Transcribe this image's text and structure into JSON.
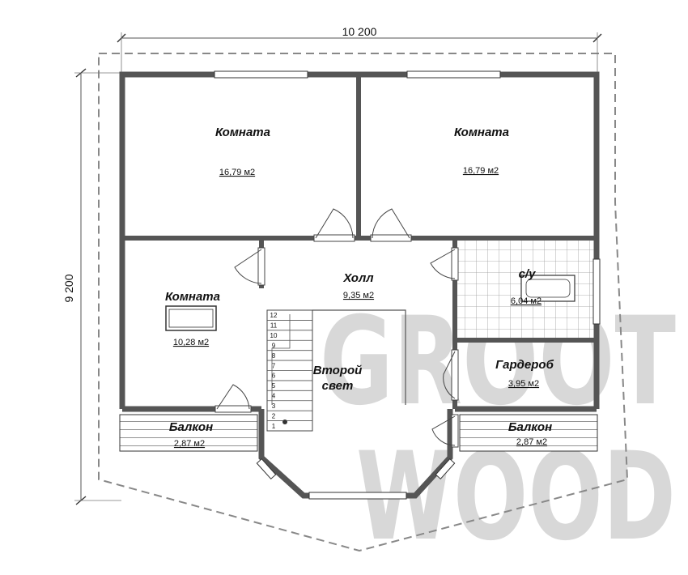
{
  "dimensions": {
    "width": "10 200",
    "height": "9 200"
  },
  "rooms": {
    "room_nw": {
      "name": "Комната",
      "area": "16,79 м2"
    },
    "room_ne": {
      "name": "Комната",
      "area": "16,79 м2"
    },
    "room_w": {
      "name": "Комната",
      "area": "10,28 м2"
    },
    "hall": {
      "name": "Холл",
      "area": "9,35 м2"
    },
    "bathroom": {
      "name": "с/у",
      "area": "6,04 м2"
    },
    "wardrobe": {
      "name": "Гардероб",
      "area": "3,95 м2"
    },
    "balcony_w": {
      "name": "Балкон",
      "area": "2,87 м2"
    },
    "balcony_e": {
      "name": "Балкон",
      "area": "2,87 м2"
    },
    "second_light": {
      "line1": "Второй",
      "line2": "свет"
    }
  },
  "stair_steps": [
    "12",
    "11",
    "10",
    "9",
    "8",
    "7",
    "6",
    "5",
    "4",
    "3",
    "2",
    "1"
  ],
  "watermark": {
    "line1": "GROOT",
    "line2": "WOOD"
  }
}
